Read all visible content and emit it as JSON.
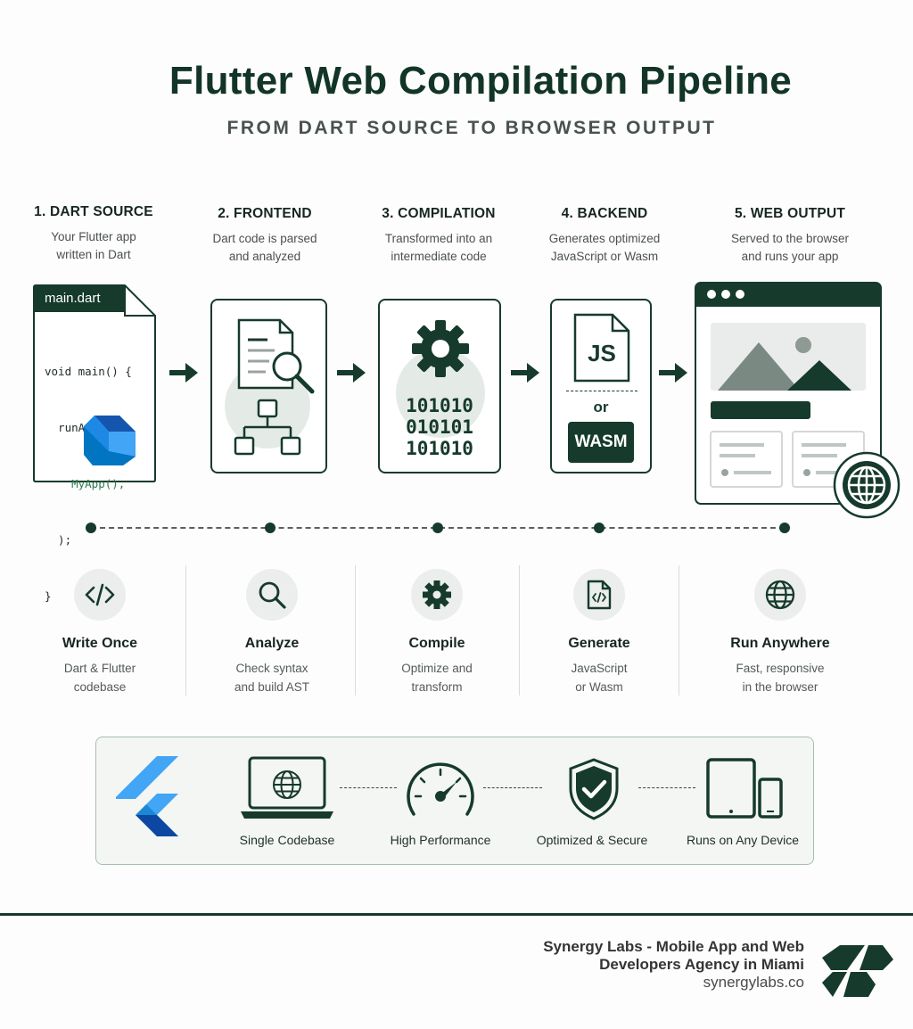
{
  "header": {
    "title": "Flutter Web Compilation Pipeline",
    "subtitle": "FROM DART SOURCE TO BROWSER OUTPUT"
  },
  "steps": [
    {
      "title": "1. DART SOURCE",
      "desc_line1": "Your Flutter app",
      "desc_line2": "written in Dart"
    },
    {
      "title": "2. FRONTEND",
      "desc_line1": "Dart code is parsed",
      "desc_line2": "and analyzed"
    },
    {
      "title": "3. COMPILATION",
      "desc_line1": "Transformed into an",
      "desc_line2": "intermediate code"
    },
    {
      "title": "4. BACKEND",
      "desc_line1": "Generates optimized",
      "desc_line2": "JavaScript or Wasm"
    },
    {
      "title": "5. WEB OUTPUT",
      "desc_line1": "Served to the browser",
      "desc_line2": "and runs your app"
    }
  ],
  "source_card": {
    "filename": "main.dart",
    "code": [
      "void main() {",
      "  runApp(",
      "    MyApp(),",
      "  );",
      "}"
    ]
  },
  "compile_card": {
    "binary": [
      "101010",
      "010101",
      "101010"
    ]
  },
  "backend_card": {
    "js": "JS",
    "or": "or",
    "wasm": "WASM"
  },
  "features": [
    {
      "icon": "code-icon",
      "title": "Write Once",
      "desc_line1": "Dart & Flutter",
      "desc_line2": "codebase"
    },
    {
      "icon": "search-icon",
      "title": "Analyze",
      "desc_line1": "Check syntax",
      "desc_line2": "and build AST"
    },
    {
      "icon": "gear-icon",
      "title": "Compile",
      "desc_line1": "Optimize and",
      "desc_line2": "transform"
    },
    {
      "icon": "code-file-icon",
      "title": "Generate",
      "desc_line1": "JavaScript",
      "desc_line2": "or Wasm"
    },
    {
      "icon": "globe-icon",
      "title": "Run Anywhere",
      "desc_line1": "Fast, responsive",
      "desc_line2": "in the browser"
    }
  ],
  "benefits": [
    {
      "icon": "laptop-globe-icon",
      "label": "Single Codebase"
    },
    {
      "icon": "speedometer-icon",
      "label": "High Performance"
    },
    {
      "icon": "shield-check-icon",
      "label": "Optimized & Secure"
    },
    {
      "icon": "devices-icon",
      "label": "Runs on Any Device"
    }
  ],
  "footer": {
    "name_line1": "Synergy Labs - Mobile App and Web",
    "name_line2": "Developers Agency in Miami",
    "url": "synergylabs.co"
  },
  "colors": {
    "primary": "#163a2c",
    "flutter_blue": "#42a5f5",
    "dart_blue": "#0175c2"
  }
}
